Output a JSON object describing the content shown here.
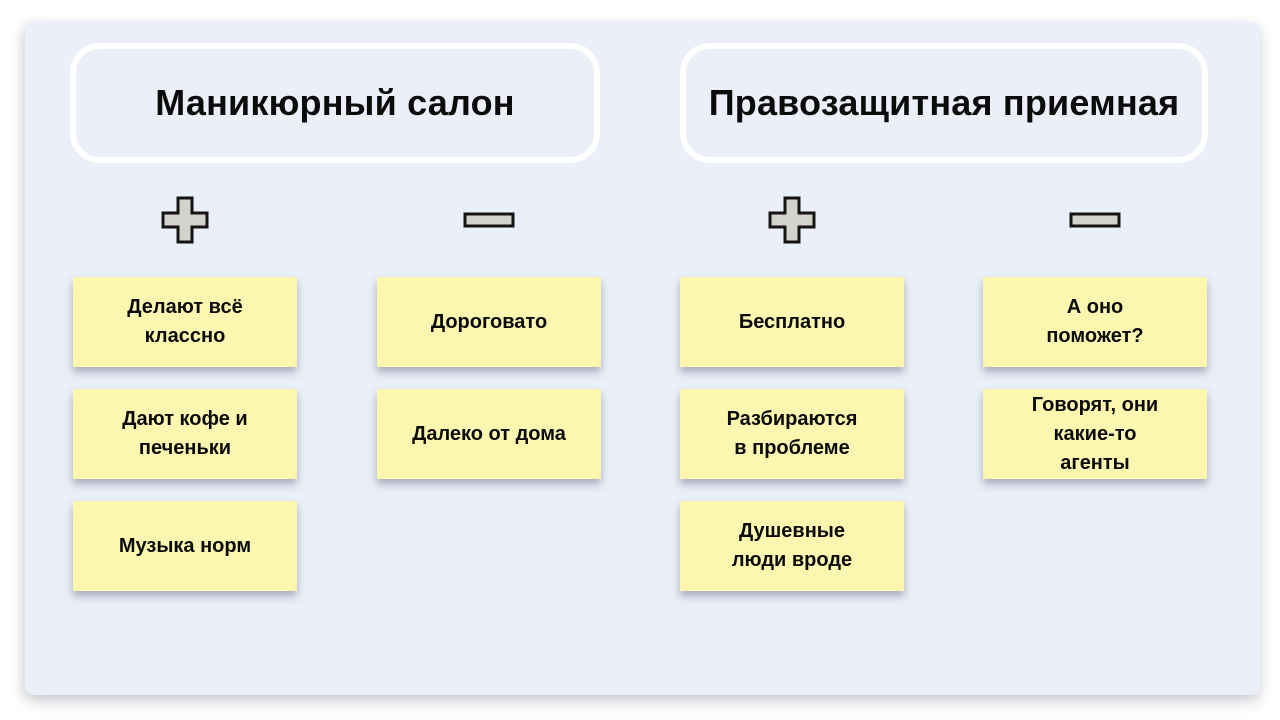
{
  "colors": {
    "page_bg": "#ffffff",
    "panel_bg": "#ebeff8",
    "note_bg": "#fbf7b0",
    "title_border": "#ffffff",
    "icon_fill": "#d4d2cd",
    "icon_stroke": "#141414",
    "text": "#0b0b0b"
  },
  "board": {
    "sections": [
      {
        "title": "Маникюрный салон",
        "pros": [
          "Делают всё\nклассно",
          "Дают кофе и\nпеченьки",
          "Музыка норм"
        ],
        "cons": [
          "Дороговато",
          "Далеко от дома"
        ]
      },
      {
        "title": "Правозащитная приемная",
        "pros": [
          "Бесплатно",
          "Разбираются\nв проблеме",
          "Душевные\nлюди вроде"
        ],
        "cons": [
          "А оно\nпоможет?",
          "Говорят, они\nкакие-то\nагенты"
        ]
      }
    ]
  }
}
